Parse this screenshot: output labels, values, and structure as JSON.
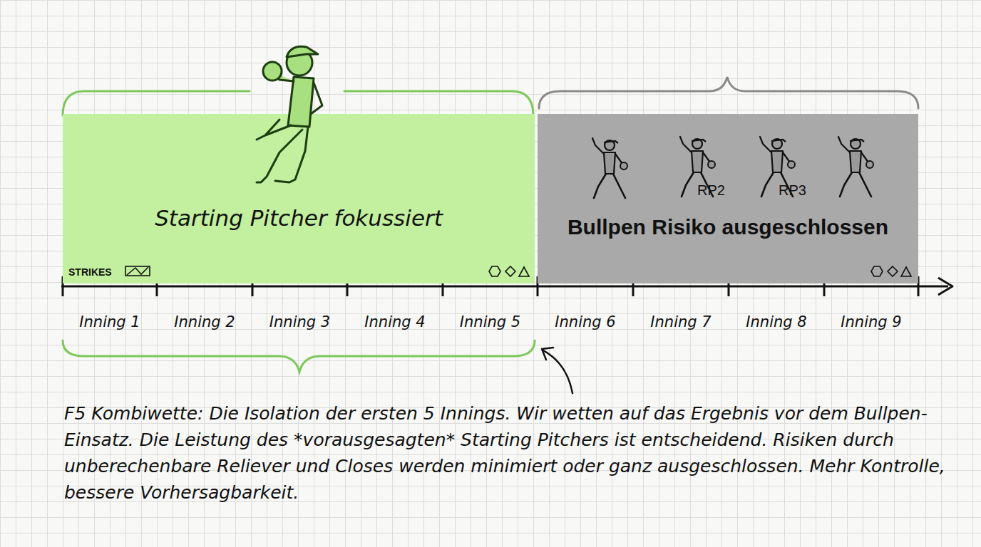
{
  "diagram": {
    "caption": "F5 Kombiwette: Die Isolation der ersten 5 Innings. Wir wetten auf das Ergebnis vor dem Bullpen-Einsatz. Die Leistung des *vorausgesagten* Starting Pitchers ist entscheidend. Risiken durch unberechenbare Reliever und Closes werden minimiert oder ganz ausgeschlossen. Mehr Kontrolle, bessere Vorhersagbarkeit.",
    "nodes": [
      {
        "text": [
          "Starting Pitcher fokussiert"
        ]
      },
      {
        "text": [
          "Bullpen Risiko ausgeschlossen"
        ]
      }
    ],
    "labels": [
      "STRIKES",
      "RP2",
      "RP3",
      "Inning 1",
      "Inning 2",
      "Inning 3",
      "Inning 4",
      "Inning 5",
      "Inning 6",
      "Inning 7",
      "Inning 8",
      "Inning 9"
    ]
  }
}
